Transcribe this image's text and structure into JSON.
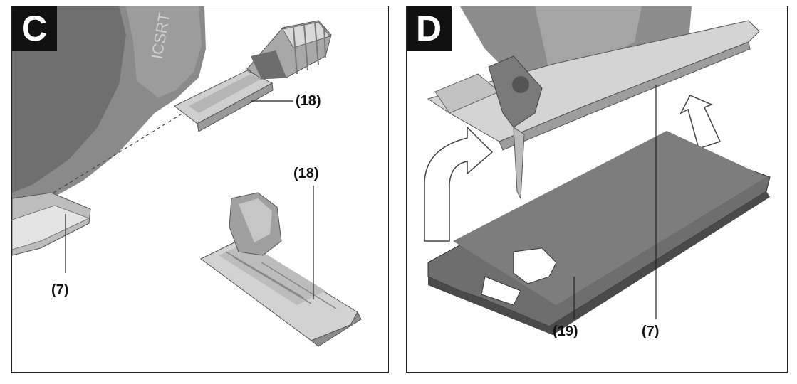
{
  "panels": [
    {
      "letter": "C",
      "callouts": {
        "a": "(18)",
        "b": "(18)",
        "c": "(7)"
      }
    },
    {
      "letter": "D",
      "callouts": {
        "a": "(19)",
        "b": "(7)"
      }
    }
  ]
}
